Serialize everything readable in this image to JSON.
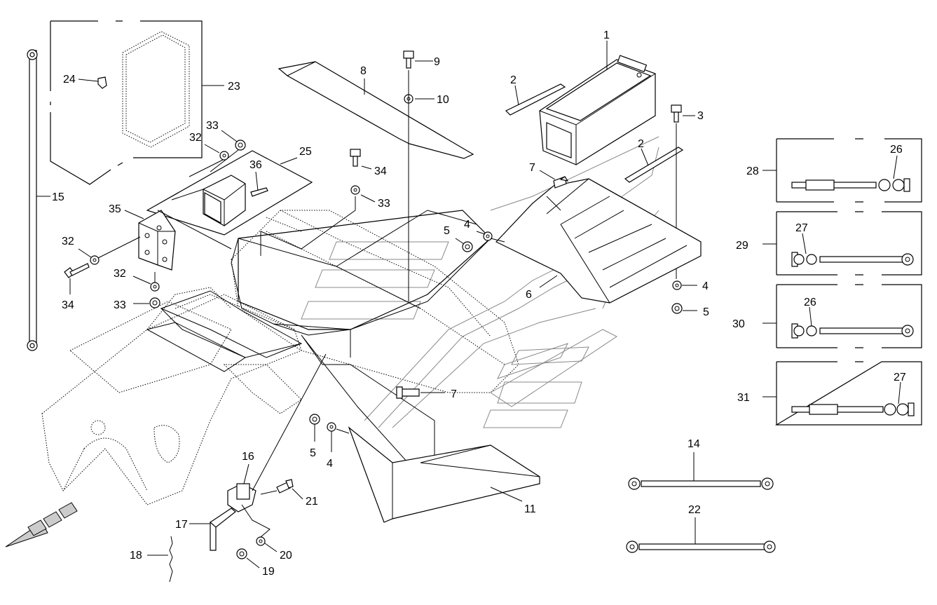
{
  "labels": {
    "l1": "1",
    "l2a": "2",
    "l2b": "2",
    "l3": "3",
    "l4a": "4",
    "l4b": "4",
    "l4c": "4",
    "l5a": "5",
    "l5b": "5",
    "l5c": "5",
    "l6": "6",
    "l7a": "7",
    "l7b": "7",
    "l8": "8",
    "l9": "9",
    "l10": "10",
    "l11": "11",
    "l14": "14",
    "l15": "15",
    "l16": "16",
    "l17": "17",
    "l18": "18",
    "l19": "19",
    "l20": "20",
    "l21": "21",
    "l22": "22",
    "l23": "23",
    "l24": "24",
    "l25": "25",
    "l26a": "26",
    "l26b": "26",
    "l27a": "27",
    "l27b": "27",
    "l28": "28",
    "l29": "29",
    "l30": "30",
    "l31": "31",
    "l32a": "32",
    "l32b": "32",
    "l32c": "32",
    "l33a": "33",
    "l33b": "33",
    "l33c": "33",
    "l34a": "34",
    "l34b": "34",
    "l35": "35",
    "l36": "36"
  }
}
